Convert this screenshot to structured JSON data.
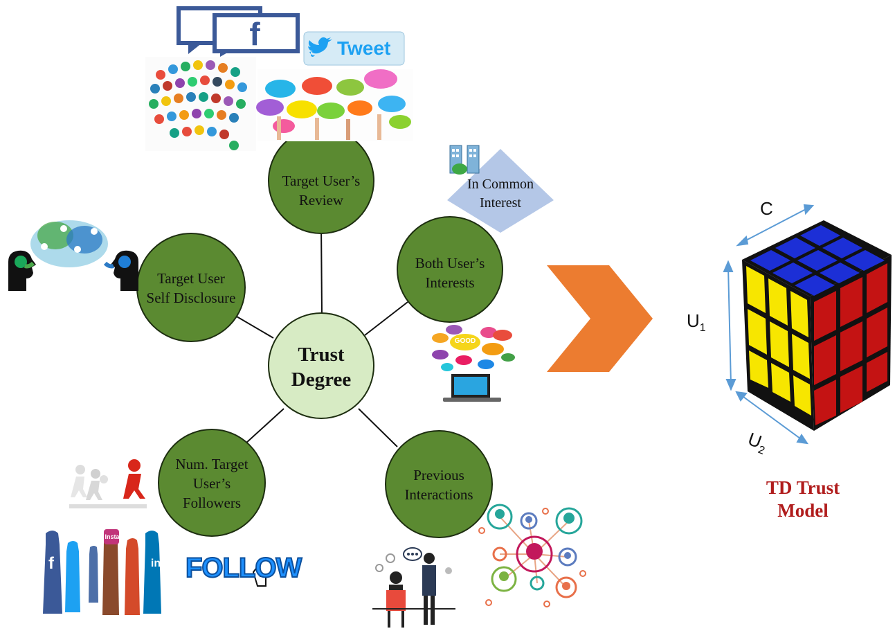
{
  "diagram": {
    "center": {
      "line1": "Trust",
      "line2": "Degree"
    },
    "nodes": [
      {
        "id": "review",
        "line1": "Target User’s",
        "line2": "Review",
        "line3": ""
      },
      {
        "id": "interests",
        "line1": "Both User’s",
        "line2": "Interests",
        "line3": ""
      },
      {
        "id": "disclosure",
        "line1": "Target User",
        "line2": "Self Disclosure",
        "line3": ""
      },
      {
        "id": "followers",
        "line1": "Num. Target",
        "line2": "User’s",
        "line3": "Followers"
      },
      {
        "id": "interactions",
        "line1": "Previous",
        "line2": "Interactions",
        "line3": ""
      }
    ],
    "common_interest": {
      "line1": "In Common",
      "line2": "Interest"
    },
    "icons": {
      "tweet": "Tweet",
      "facebook": "f",
      "follow": "FOLLOW",
      "good": "GOOD",
      "social": [
        "f",
        "Insta",
        "in"
      ]
    },
    "model": {
      "title_line1": "TD Trust",
      "title_line2": "Model",
      "axis_c": "C",
      "axis_u1_main": "U",
      "axis_u1_sub": "1",
      "axis_u2_main": "U",
      "axis_u2_sub": "2"
    },
    "colors": {
      "node_fill": "#5b8a31",
      "center_fill": "#d7ebc4",
      "arrow": "#ec7c30",
      "diamond": "#b4c7e7",
      "cube_top": "#1c2fd6",
      "cube_left": "#f7e600",
      "cube_right": "#c41313",
      "axis_arrow": "#5b9bd5",
      "model_title": "#b01c1c"
    }
  }
}
